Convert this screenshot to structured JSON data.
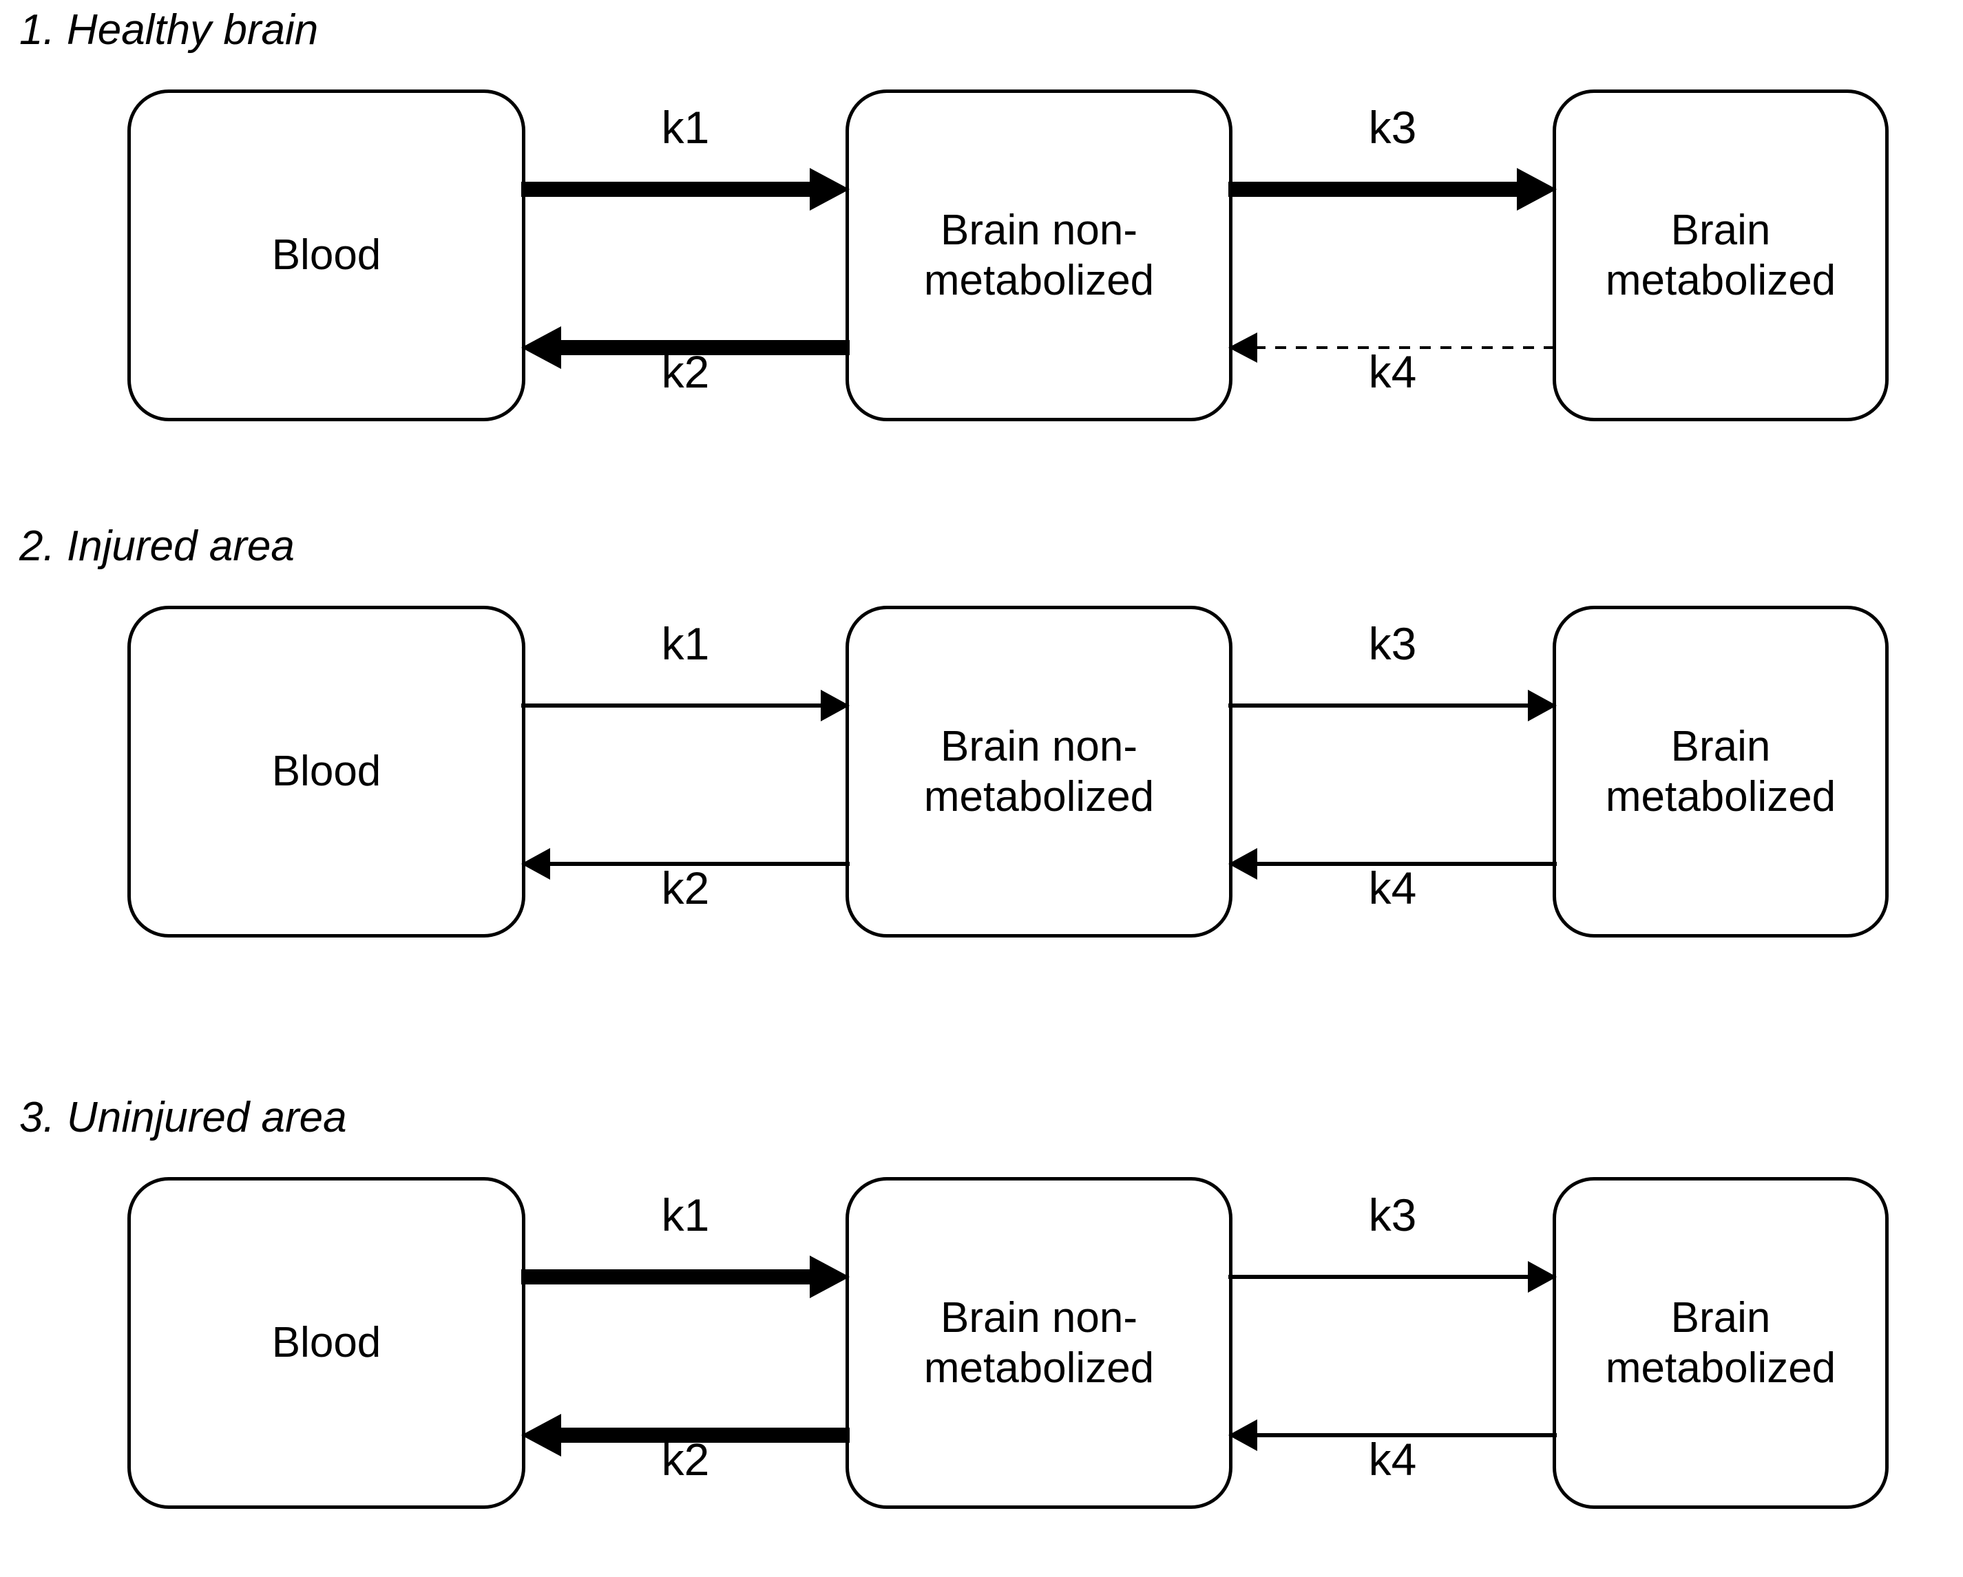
{
  "figure": {
    "title": "Three-compartment kinetic model diagrams",
    "background_color": "#ffffff",
    "stroke_color": "#000000"
  },
  "panels": [
    {
      "id": "panel-healthy-brain",
      "title": "1. Healthy brain",
      "nodes": [
        {
          "id": "blood",
          "label": "Blood"
        },
        {
          "id": "brain-non-metabolized",
          "label": "Brain non-\nmetabolized"
        },
        {
          "id": "brain-metabolized",
          "label": "Brain\nmetabolized"
        }
      ],
      "arrows": [
        {
          "id": "k1",
          "label": "k1",
          "from": "blood",
          "to": "brain-non-metabolized",
          "direction": "right",
          "weight": "thick",
          "style": "solid"
        },
        {
          "id": "k2",
          "label": "k2",
          "from": "brain-non-metabolized",
          "to": "blood",
          "direction": "left",
          "weight": "thick",
          "style": "solid"
        },
        {
          "id": "k3",
          "label": "k3",
          "from": "brain-non-metabolized",
          "to": "brain-metabolized",
          "direction": "right",
          "weight": "thick",
          "style": "solid"
        },
        {
          "id": "k4",
          "label": "k4",
          "from": "brain-metabolized",
          "to": "brain-non-metabolized",
          "direction": "left",
          "weight": "hairline",
          "style": "dashed"
        }
      ]
    },
    {
      "id": "panel-injured-area",
      "title": "2. Injured area",
      "nodes": [
        {
          "id": "blood",
          "label": "Blood"
        },
        {
          "id": "brain-non-metabolized",
          "label": "Brain non-\nmetabolized"
        },
        {
          "id": "brain-metabolized",
          "label": "Brain\nmetabolized"
        }
      ],
      "arrows": [
        {
          "id": "k1",
          "label": "k1",
          "from": "blood",
          "to": "brain-non-metabolized",
          "direction": "right",
          "weight": "thin",
          "style": "solid"
        },
        {
          "id": "k2",
          "label": "k2",
          "from": "brain-non-metabolized",
          "to": "blood",
          "direction": "left",
          "weight": "thin",
          "style": "solid"
        },
        {
          "id": "k3",
          "label": "k3",
          "from": "brain-non-metabolized",
          "to": "brain-metabolized",
          "direction": "right",
          "weight": "thin",
          "style": "solid"
        },
        {
          "id": "k4",
          "label": "k4",
          "from": "brain-metabolized",
          "to": "brain-non-metabolized",
          "direction": "left",
          "weight": "thin",
          "style": "solid"
        }
      ]
    },
    {
      "id": "panel-uninjured-area",
      "title": "3. Uninjured area",
      "nodes": [
        {
          "id": "blood",
          "label": "Blood"
        },
        {
          "id": "brain-non-metabolized",
          "label": "Brain non-\nmetabolized"
        },
        {
          "id": "brain-metabolized",
          "label": "Brain\nmetabolized"
        }
      ],
      "arrows": [
        {
          "id": "k1",
          "label": "k1",
          "from": "blood",
          "to": "brain-non-metabolized",
          "direction": "right",
          "weight": "thick",
          "style": "solid"
        },
        {
          "id": "k2",
          "label": "k2",
          "from": "brain-non-metabolized",
          "to": "blood",
          "direction": "left",
          "weight": "thick",
          "style": "solid"
        },
        {
          "id": "k3",
          "label": "k3",
          "from": "brain-non-metabolized",
          "to": "brain-metabolized",
          "direction": "right",
          "weight": "thin",
          "style": "solid"
        },
        {
          "id": "k4",
          "label": "k4",
          "from": "brain-metabolized",
          "to": "brain-non-metabolized",
          "direction": "left",
          "weight": "thin",
          "style": "solid"
        }
      ]
    }
  ]
}
